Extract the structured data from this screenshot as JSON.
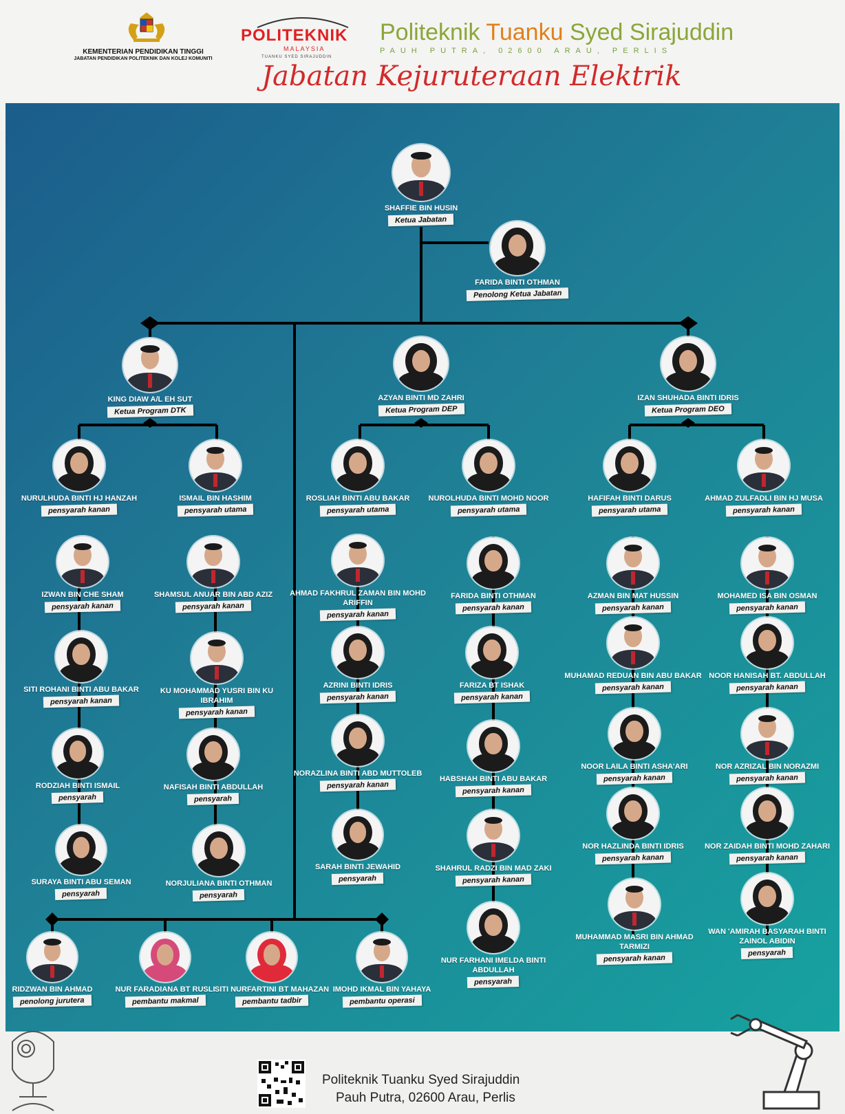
{
  "header": {
    "ministry_line1": "KEMENTERIAN PENDIDIKAN TINGGI",
    "ministry_line2": "JABATAN PENDIDIKAN POLITEKNIK DAN KOLEJ KOMUNITI",
    "logo_word": "POLITEKNIK",
    "logo_country": "MALAYSIA",
    "logo_sub": "TUANKU SYED SIRAJUDDIN",
    "institution_a": "Politeknik ",
    "institution_b": "Tuanku",
    "institution_c": " Syed Sirajuddin",
    "institution_address": "PAUH PUTRA, 02600 ARAU, PERLIS",
    "department": "Jabatan Kejuruteraan Elektrik"
  },
  "colors": {
    "brand_red": "#d22a2a",
    "brand_green": "#8aa63a",
    "brand_orange": "#e0801a",
    "bg_from": "#1b5d8c",
    "bg_to": "#16a3a0"
  },
  "staff": {
    "head": {
      "name": "SHAFFIE BIN HUSIN",
      "role": "Ketua Jabatan"
    },
    "deputy": {
      "name": "FARIDA BINTI OTHMAN",
      "role": "Penolong Ketua Jabatan"
    },
    "kp_dtk": {
      "name": "KING DIAW A/L EH SUT",
      "role": "Ketua Program DTK"
    },
    "kp_dep": {
      "name": "AZYAN BINTI MD ZAHRI",
      "role": "Ketua Program DEP"
    },
    "kp_deo": {
      "name": "IZAN SHUHADA BINTI IDRIS",
      "role": "Ketua Program DEO"
    },
    "dtk_a1": {
      "name": "NURULHUDA BINTI HJ HANZAH",
      "role": "pensyarah kanan"
    },
    "dtk_a2": {
      "name": "IZWAN BIN CHE SHAM",
      "role": "pensyarah kanan"
    },
    "dtk_a3": {
      "name": "SITI ROHANI BINTI ABU BAKAR",
      "role": "pensyarah kanan"
    },
    "dtk_a4": {
      "name": "RODZIAH BINTI ISMAIL",
      "role": "pensyarah"
    },
    "dtk_a5": {
      "name": "SURAYA BINTI ABU SEMAN",
      "role": "pensyarah"
    },
    "dtk_b1": {
      "name": "ISMAIL BIN HASHIM",
      "role": "pensyarah utama"
    },
    "dtk_b2": {
      "name": "SHAMSUL ANUAR BIN ABD AZIZ",
      "role": "pensyarah kanan"
    },
    "dtk_b3": {
      "name": "KU MOHAMMAD YUSRI BIN KU IBRAHIM",
      "role": "pensyarah kanan"
    },
    "dtk_b4": {
      "name": "NAFISAH BINTI ABDULLAH",
      "role": "pensyarah"
    },
    "dtk_b5": {
      "name": "NORJULIANA BINTI OTHMAN",
      "role": "pensyarah"
    },
    "dep_a1": {
      "name": "ROSLIAH BINTI ABU BAKAR",
      "role": "pensyarah utama"
    },
    "dep_a2": {
      "name": "AHMAD FAKHRUL ZAMAN BIN MOHD ARIFFIN",
      "role": "pensyarah kanan"
    },
    "dep_a3": {
      "name": "AZRINI BINTI IDRIS",
      "role": "pensyarah kanan"
    },
    "dep_a4": {
      "name": "NORAZLINA BINTI ABD MUTTOLEB",
      "role": "pensyarah kanan"
    },
    "dep_a5": {
      "name": "SARAH BINTI JEWAHID",
      "role": "pensyarah"
    },
    "dep_b1": {
      "name": "NUROLHUDA BINTI MOHD NOOR",
      "role": "pensyarah utama"
    },
    "dep_b2": {
      "name": "FARIDA BINTI OTHMAN",
      "role": "pensyarah kanan"
    },
    "dep_b3": {
      "name": "FARIZA BT ISHAK",
      "role": "pensyarah kanan"
    },
    "dep_b4": {
      "name": "HABSHAH BINTI ABU BAKAR",
      "role": "pensyarah kanan"
    },
    "dep_b5": {
      "name": "SHAHRUL RADZI BIN MAD ZAKI",
      "role": "pensyarah kanan"
    },
    "dep_b6": {
      "name": "NUR FARHANI IMELDA BINTI ABDULLAH",
      "role": "pensyarah"
    },
    "deo_a1": {
      "name": "HAFIFAH BINTI DARUS",
      "role": "pensyarah utama"
    },
    "deo_a2": {
      "name": "AZMAN BIN MAT HUSSIN",
      "role": "pensyarah kanan"
    },
    "deo_a3": {
      "name": "MUHAMAD REDUAN BIN ABU BAKAR",
      "role": "pensyarah kanan"
    },
    "deo_a4": {
      "name": "NOOR LAILA BINTI ASHA'ARI",
      "role": "pensyarah kanan"
    },
    "deo_a5": {
      "name": "NOR HAZLINDA BINTI IDRIS",
      "role": "pensyarah kanan"
    },
    "deo_a6": {
      "name": "MUHAMMAD MASRI BIN AHMAD TARMIZI",
      "role": "pensyarah kanan"
    },
    "deo_b1": {
      "name": "AHMAD ZULFADLI BIN HJ MUSA",
      "role": "pensyarah kanan"
    },
    "deo_b2": {
      "name": "MOHAMED ISA BIN OSMAN",
      "role": "pensyarah kanan"
    },
    "deo_b3": {
      "name": "NOOR HANISAH BT. ABDULLAH",
      "role": "pensyarah kanan"
    },
    "deo_b4": {
      "name": "NOR AZRIZAL BIN NORAZMI",
      "role": "pensyarah kanan"
    },
    "deo_b5": {
      "name": "NOR ZAIDAH BINTI MOHD ZAHARI",
      "role": "pensyarah kanan"
    },
    "deo_b6": {
      "name": "WAN 'AMIRAH BASYARAH BINTI ZAINOL ABIDIN",
      "role": "pensyarah"
    },
    "sup_1": {
      "name": "RIDZWAN BIN AHMAD",
      "role": "penolong jurutera"
    },
    "sup_2": {
      "name": "NUR FARADIANA BT RUSLI",
      "role": "pembantu makmal"
    },
    "sup_3": {
      "name": "SITI NURFARTINI BT MAHAZAN",
      "role": "pembantu tadbir"
    },
    "sup_4": {
      "name": "IMOHD IKMAL BIN YAHAYA",
      "role": "pembantu operasi"
    }
  },
  "footer": {
    "line1": "Politeknik Tuanku Syed Sirajuddin",
    "line2": "Pauh Putra, 02600 Arau, Perlis"
  }
}
